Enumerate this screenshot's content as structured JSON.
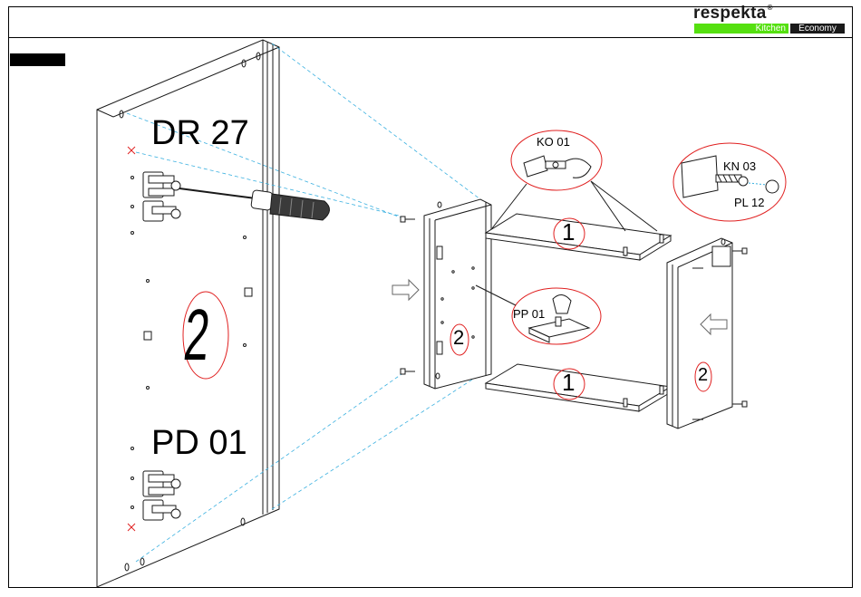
{
  "brand": {
    "name": "respekta",
    "registered_mark": "®",
    "kitchen": "Kitchen",
    "economy": "Economy",
    "kitchen_color": "#55e010",
    "economy_color": "#1a1a1a"
  },
  "labels": {
    "door_code": "DR 27",
    "hinge_code": "PD 01",
    "door_part_number": "2",
    "cam_code": "KO 01",
    "dowel_code": "KN 03",
    "cap_code": "PL 12",
    "shelf_pin_code": "PP 01",
    "top_shelf_number": "1",
    "bottom_shelf_number": "1",
    "left_side_number": "2",
    "right_side_number": "2"
  },
  "colors": {
    "outline": "#1a1a1a",
    "callout": "#e02020",
    "guide": "#3ab0e0"
  }
}
